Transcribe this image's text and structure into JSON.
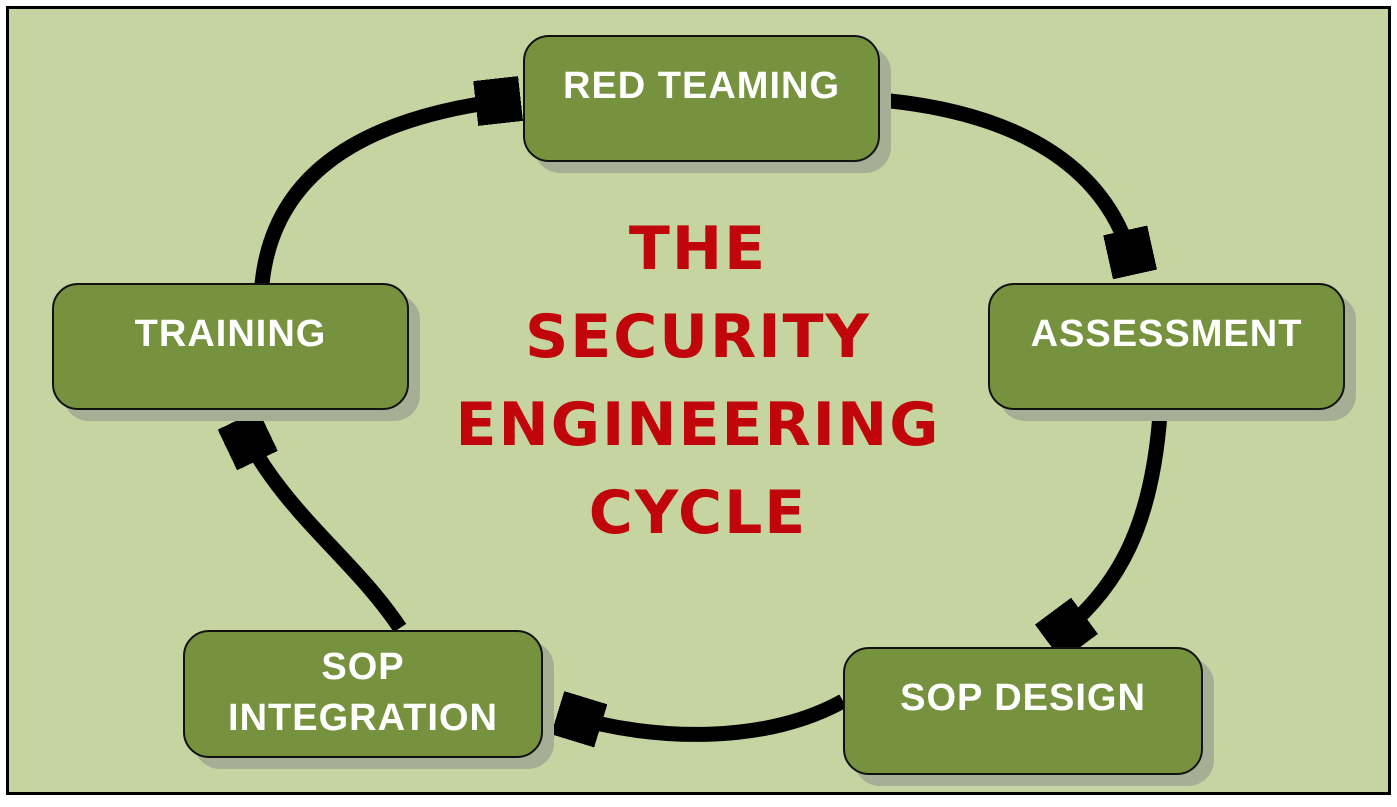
{
  "diagram": {
    "title": {
      "lines": [
        "THE",
        "SECURITY",
        "ENGINEERING",
        "CYCLE"
      ],
      "color": "#c0060b"
    },
    "nodes": [
      {
        "id": "red-teaming",
        "label": "RED TEAMING"
      },
      {
        "id": "assessment",
        "label": "ASSESSMENT"
      },
      {
        "id": "sop-design",
        "label": "SOP DESIGN"
      },
      {
        "id": "sop-integration",
        "label": "SOP\nINTEGRATION"
      },
      {
        "id": "training",
        "label": "TRAINING"
      }
    ],
    "flow_order": [
      "RED TEAMING",
      "ASSESSMENT",
      "SOP DESIGN",
      "SOP INTEGRATION",
      "TRAINING"
    ],
    "colors": {
      "background": "#c6d4a1",
      "node_fill": "#76923e",
      "node_border": "#111111",
      "node_text": "#ffffff",
      "node_shadow": "#a6ae95",
      "arrow": "#000000",
      "title": "#c0060b",
      "frame_border": "#000000"
    }
  }
}
